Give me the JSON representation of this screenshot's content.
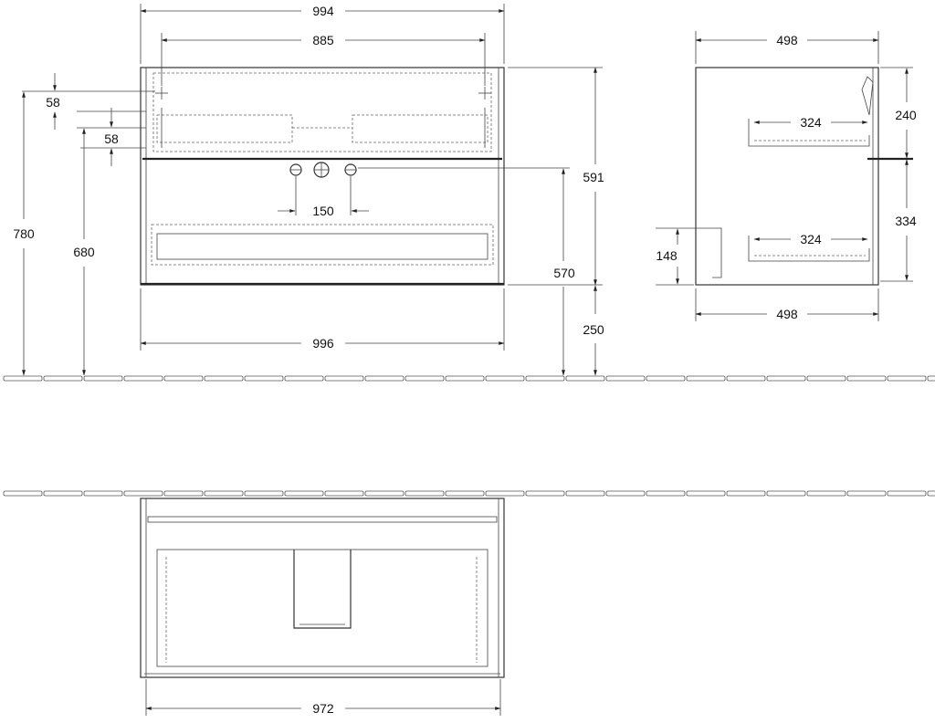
{
  "front_view": {
    "dims": {
      "overall_top_width": "994",
      "hole_spacing": "885",
      "upper_offset": "58",
      "lower_offset": "58",
      "total_height_wall": "780",
      "mount_height": "680",
      "tap_spacing": "150",
      "cabinet_height": "591",
      "tap_height": "570",
      "floor_gap": "250",
      "bottom_width": "996"
    }
  },
  "side_view": {
    "dims": {
      "depth_top": "498",
      "upper_drawer_height": "240",
      "upper_drawer_depth": "324",
      "lower_drawer_height": "334",
      "lower_drawer_depth": "324",
      "siphon_height": "148",
      "depth_bottom": "498"
    }
  },
  "plan_view": {
    "dims": {
      "inner_width": "972"
    }
  }
}
